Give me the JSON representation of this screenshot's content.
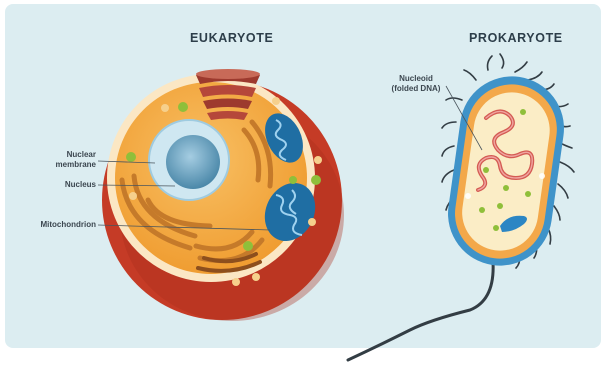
{
  "eukaryote": {
    "title": "EUKARYOTE",
    "labels": {
      "nuclear_membrane_line1": "Nuclear",
      "nuclear_membrane_line2": "membrane",
      "nucleus": "Nucleus",
      "mitochondrion": "Mitochondrion"
    }
  },
  "prokaryote": {
    "title": "PROKARYOTE",
    "labels": {
      "nucleoid_line1": "Nucleoid",
      "nucleoid_line2": "(folded DNA)"
    }
  },
  "colors": {
    "background": "#dcedf1",
    "cell_wall_red": "#c0392b",
    "cytoplasm_orange": "#f1a53a",
    "nucleus_blue": "#5a95b4",
    "mitochondria_blue": "#2b7fb0",
    "capsule_blue": "#3f93c9"
  }
}
